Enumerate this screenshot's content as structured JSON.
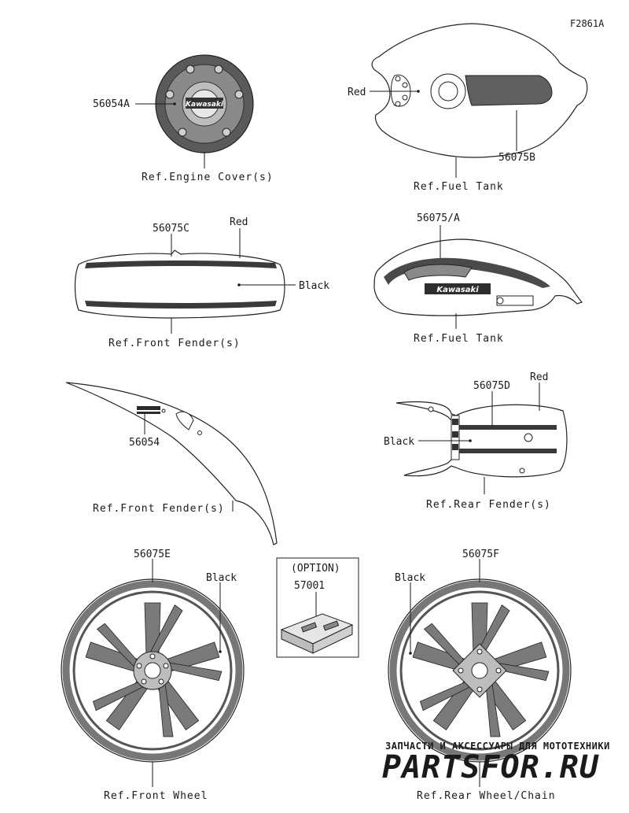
{
  "figure_code": "F2861A",
  "panels": {
    "engine_cover": {
      "part": "56054A",
      "ref": "Ref.Engine Cover(s)",
      "badge": "Kawasaki"
    },
    "fuel_tank_top": {
      "color": "Red",
      "part": "56075B",
      "ref": "Ref.Fuel Tank"
    },
    "front_fender_top": {
      "part": "56075C",
      "color_red": "Red",
      "color_black": "Black",
      "ref": "Ref.Front Fender(s)"
    },
    "fuel_tank_side": {
      "part": "56075/A",
      "ref": "Ref.Fuel Tank",
      "badge": "Kawasaki"
    },
    "front_fender_side": {
      "part": "56054",
      "ref": "Ref.Front Fender(s)"
    },
    "rear_fender": {
      "part": "56075D",
      "color_red": "Red",
      "color_black": "Black",
      "ref": "Ref.Rear Fender(s)"
    },
    "front_wheel": {
      "part": "56075E",
      "color": "Black",
      "ref": "Ref.Front Wheel"
    },
    "option_box": {
      "title": "(OPTION)",
      "part": "57001"
    },
    "rear_wheel": {
      "part": "56075F",
      "color": "Black",
      "ref": "Ref.Rear Wheel/Chain"
    }
  },
  "watermark": {
    "line1": "ЗАПЧАСТИ И АКСЕССУАРЫ ДЛЯ МОТОТЕХНИКИ",
    "line2": "PARTSFOR.RU"
  }
}
